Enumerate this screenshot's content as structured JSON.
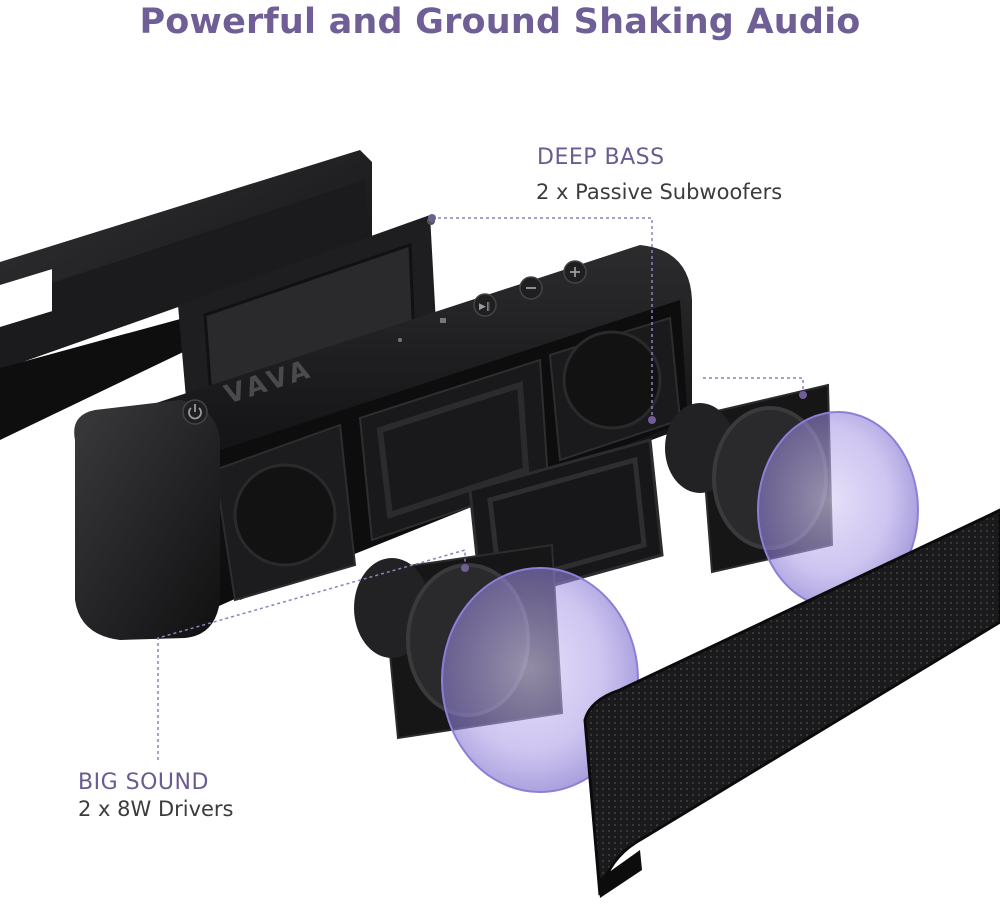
{
  "headline": "Powerful and Ground Shaking Audio",
  "brand_logo_text": "VAVA",
  "callouts": {
    "deep_bass": {
      "title": "DEEP BASS",
      "subtitle": "2 x Passive Subwoofers"
    },
    "big_sound": {
      "title": "BIG SOUND",
      "subtitle": "2 x 8W Drivers"
    }
  },
  "colors": {
    "accent": "#6f5f96",
    "body_text": "#3c3c3c",
    "speaker_body": "#1c1c1e",
    "driver_cone_tint": "#a08fe0"
  },
  "icons": [
    "power-icon",
    "play-pause-icon",
    "minus-icon",
    "plus-icon",
    "led-indicator-icon"
  ]
}
